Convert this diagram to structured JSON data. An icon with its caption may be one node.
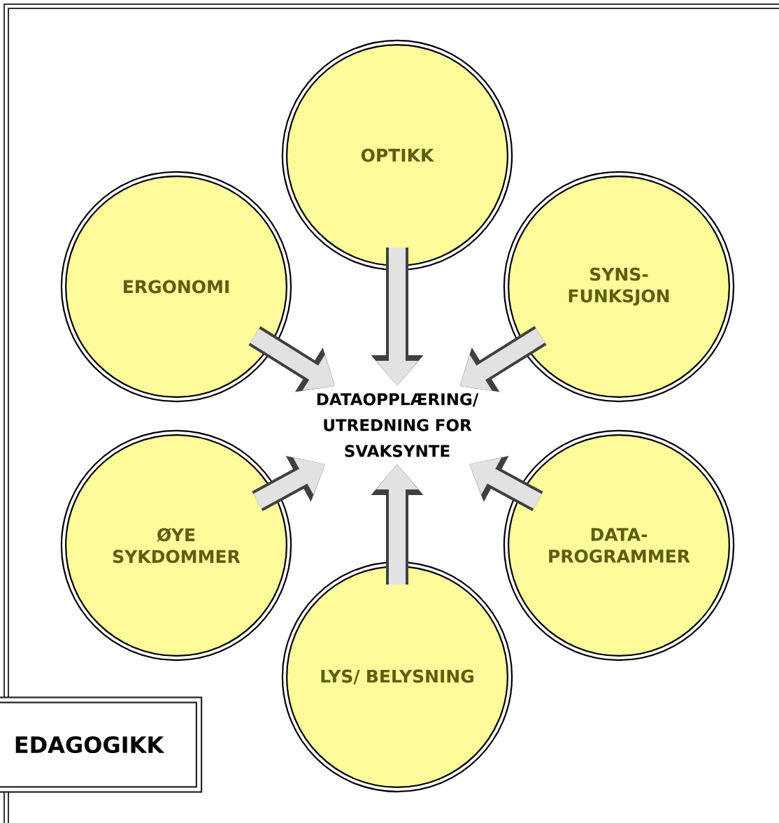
{
  "diagram": {
    "nodes": [
      {
        "text": [
          "OPTIKK"
        ]
      },
      {
        "text": [
          "ERGONOMI"
        ]
      },
      {
        "text": [
          "SYNS- FUNKSJON"
        ]
      },
      {
        "text": [
          "DATAOPPLÆRING/ UTREDNING FOR SVAKSYNTE"
        ]
      },
      {
        "text": [
          "ØYE SYKDOMMER"
        ]
      },
      {
        "text": [
          "DATA- PROGRAMMER"
        ]
      },
      {
        "text": [
          "LYS/ BELYSNING"
        ]
      },
      {
        "text": [
          "EDAGOGIKK"
        ]
      }
    ],
    "edges": [
      {
        "from": 0,
        "to": 3,
        "arrow": "to"
      },
      {
        "from": 1,
        "to": 3,
        "arrow": "to"
      },
      {
        "from": 2,
        "to": 3,
        "arrow": "to"
      },
      {
        "from": 4,
        "to": 3,
        "arrow": "to"
      },
      {
        "from": 5,
        "to": 3,
        "arrow": "to"
      },
      {
        "from": 6,
        "to": 3,
        "arrow": "to"
      }
    ]
  }
}
